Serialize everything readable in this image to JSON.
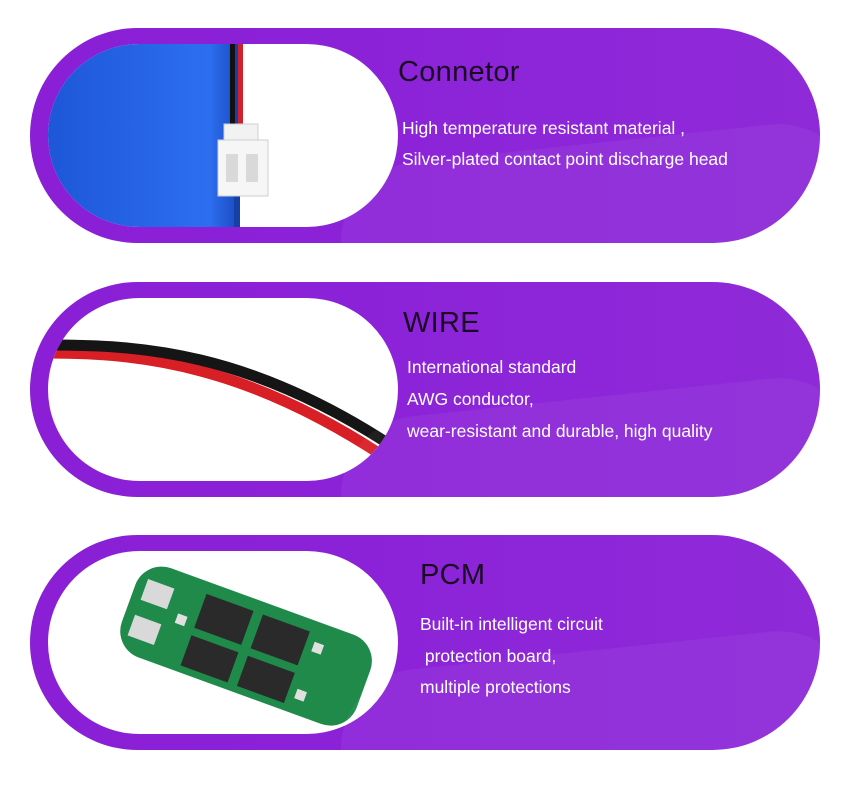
{
  "colors": {
    "card": "#8a1fd6",
    "title": "#1a0a24",
    "body_text": "#ffffff"
  },
  "cards": [
    {
      "title": "Connetor",
      "lines": [
        "High temperature resistant material ,",
        "Silver-plated contact point discharge head"
      ]
    },
    {
      "title": "WIRE",
      "lines": [
        "International standard",
        "AWG conductor,",
        "wear-resistant and durable, high quality"
      ]
    },
    {
      "title": "PCM",
      "lines": [
        "Built-in intelligent circuit",
        " protection board,",
        "multiple protections"
      ]
    }
  ]
}
